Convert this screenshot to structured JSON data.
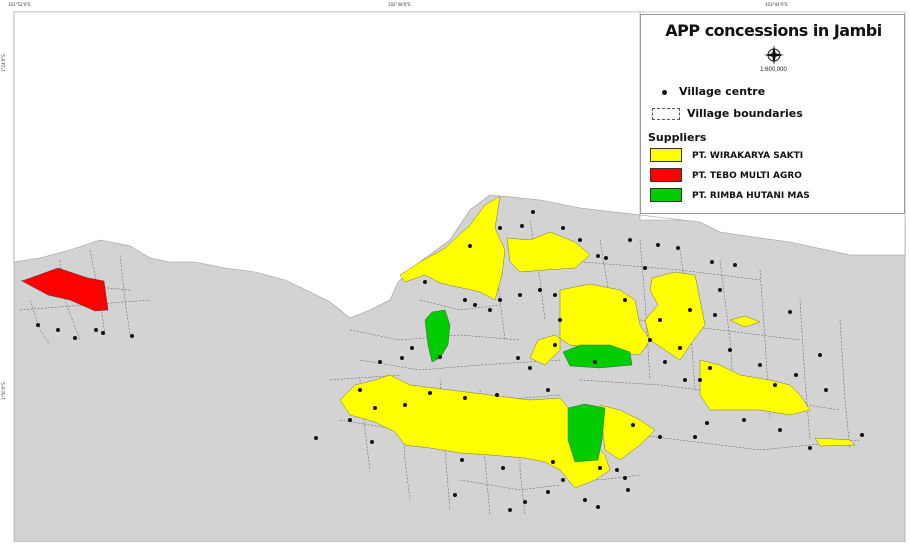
{
  "map": {
    "title": "APP concessions in Jambi",
    "scale": "1:600,000",
    "graticule": {
      "top": [
        "101°52'0\"E",
        "102°48'0\"E",
        "103°44'0\"E"
      ],
      "left": [
        "1°24'0\"S",
        "1°50'0\"S"
      ]
    },
    "colors": {
      "land": "#d3d3d3",
      "wirakarya_sakti": "#ffff00",
      "tebo_multi_agro": "#ff0000",
      "rimba_hutani_mas": "#00cc00"
    }
  },
  "legend": {
    "village_centre": "Village centre",
    "village_boundaries": "Village boundaries",
    "suppliers_heading": "Suppliers",
    "suppliers": [
      {
        "label": "PT. WIRAKARYA SAKTI",
        "color": "#ffff00"
      },
      {
        "label": "PT. TEBO MULTI AGRO",
        "color": "#ff0000"
      },
      {
        "label": "PT. RIMBA HUTANI MAS",
        "color": "#00cc00"
      }
    ]
  }
}
